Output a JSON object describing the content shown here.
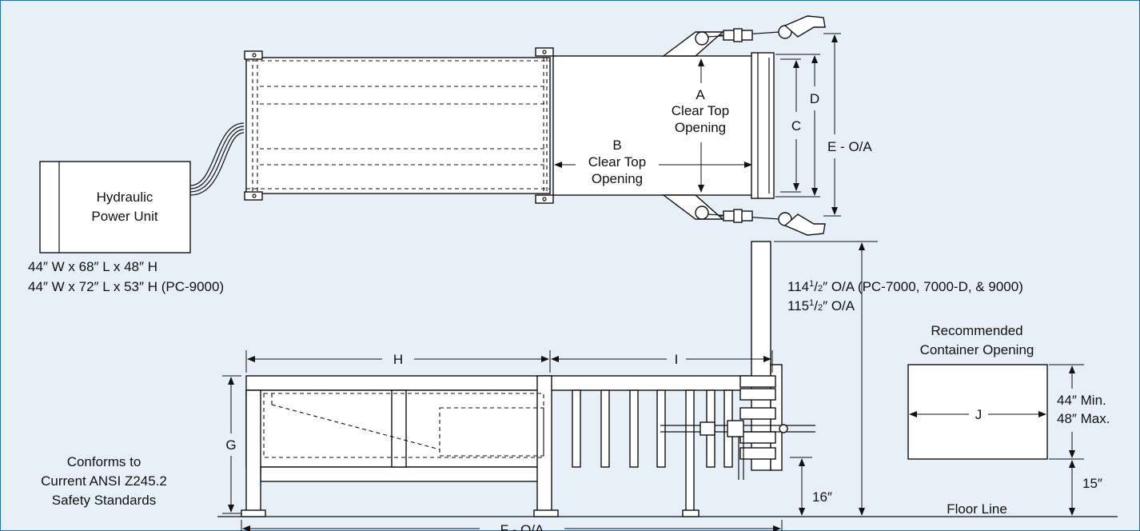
{
  "labels": {
    "hpu": [
      "Hydraulic",
      "Power Unit"
    ],
    "hpu_dims": [
      "44″ W x 68″ L x 48″ H",
      "44″ W x 72″ L x 53″ H (PC-9000)"
    ],
    "a_label": [
      "A",
      "Clear Top",
      "Opening"
    ],
    "b_label": [
      "B",
      "Clear Top",
      "Opening"
    ],
    "c": "C",
    "d": "D",
    "e": "E - O/A",
    "f": "F - O/A",
    "g": "G",
    "h": "H",
    "i": "I",
    "j": "J",
    "height_note_1_prefix": "114",
    "height_note_1_suffix": "″ O/A (PC-7000, 7000-D, & 9000)",
    "height_note_2_prefix": "115",
    "height_note_2_suffix": "″ O/A",
    "fraction_num": "1",
    "fraction_den": "2",
    "recommended": [
      "Recommended",
      "Container Opening"
    ],
    "container_min": "44″ Min.",
    "container_max": "48″ Max.",
    "dim_16": "16″",
    "dim_15": "15″",
    "floor_line": "Floor Line",
    "conforms": [
      "Conforms to",
      "Current ANSI Z245.2",
      "Safety Standards"
    ]
  }
}
